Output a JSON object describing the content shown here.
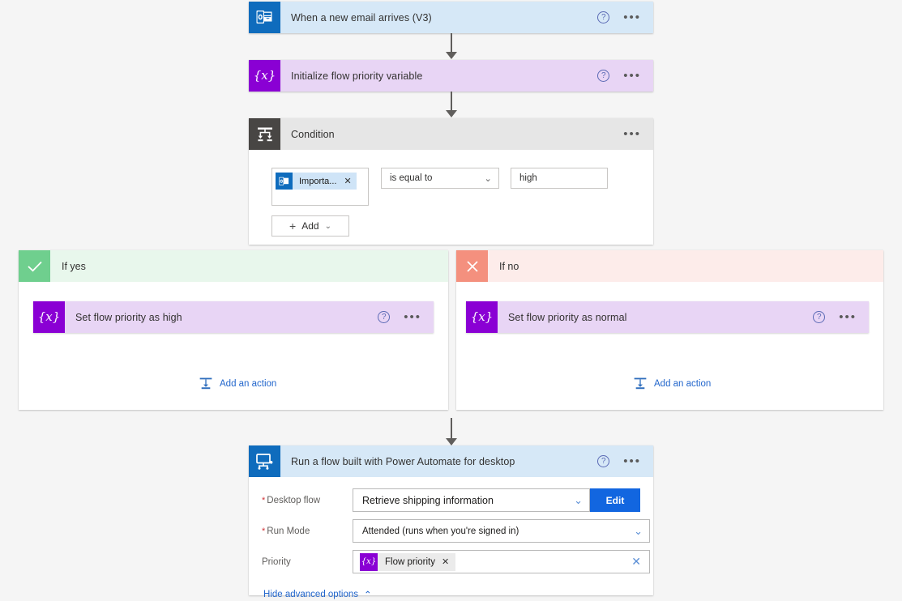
{
  "trigger": {
    "title": "When a new email arrives (V3)",
    "icon": "outlook-icon",
    "help": "?",
    "more": "•••"
  },
  "init_variable": {
    "title": "Initialize flow priority variable",
    "icon": "variable-icon",
    "help": "?",
    "more": "•••"
  },
  "condition": {
    "title": "Condition",
    "icon": "condition-icon",
    "more": "•••",
    "token": {
      "label": "Importa...",
      "remove": "✕",
      "icon": "outlook-icon"
    },
    "operator": {
      "value": "is equal to",
      "caret": "⌄"
    },
    "compare_value": "high",
    "add_button": {
      "plus": "+",
      "label": "Add",
      "caret": "⌄"
    }
  },
  "branch_yes": {
    "label": "If yes",
    "icon": "checkmark-icon",
    "action": {
      "title": "Set flow priority as high",
      "icon": "variable-icon",
      "help": "?",
      "more": "•••"
    },
    "add_action": {
      "label": "Add an action",
      "icon": "insert-action-icon"
    }
  },
  "branch_no": {
    "label": "If no",
    "icon": "close-icon",
    "action": {
      "title": "Set flow priority as normal",
      "icon": "variable-icon",
      "help": "?",
      "more": "•••"
    },
    "add_action": {
      "label": "Add an action",
      "icon": "insert-action-icon"
    }
  },
  "desktop_flow": {
    "title": "Run a flow built with Power Automate for desktop",
    "icon": "desktop-flow-icon",
    "help": "?",
    "more": "•••",
    "fields": {
      "desktop_flow": {
        "required_mark": "*",
        "label": "Desktop flow",
        "value": "Retrieve shipping information",
        "caret": "⌄",
        "edit_label": "Edit"
      },
      "run_mode": {
        "required_mark": "*",
        "label": "Run Mode",
        "value": "Attended (runs when you're signed in)",
        "caret": "⌄"
      },
      "priority": {
        "label": "Priority",
        "token_label": "Flow priority",
        "token_remove": "✕",
        "clear": "✕"
      }
    },
    "advanced_link": {
      "label": "Hide advanced options",
      "caret": "⌃"
    }
  },
  "colors": {
    "accent_blue": "#0f6cbd",
    "button_blue": "#1266e0",
    "variable_purple": "#8a00d4",
    "condition_gray": "#484644",
    "yes_green": "#6fcf8e",
    "no_salmon": "#f4907e",
    "link_blue": "#2266cc",
    "canvas_bg": "#f5f5f5"
  }
}
